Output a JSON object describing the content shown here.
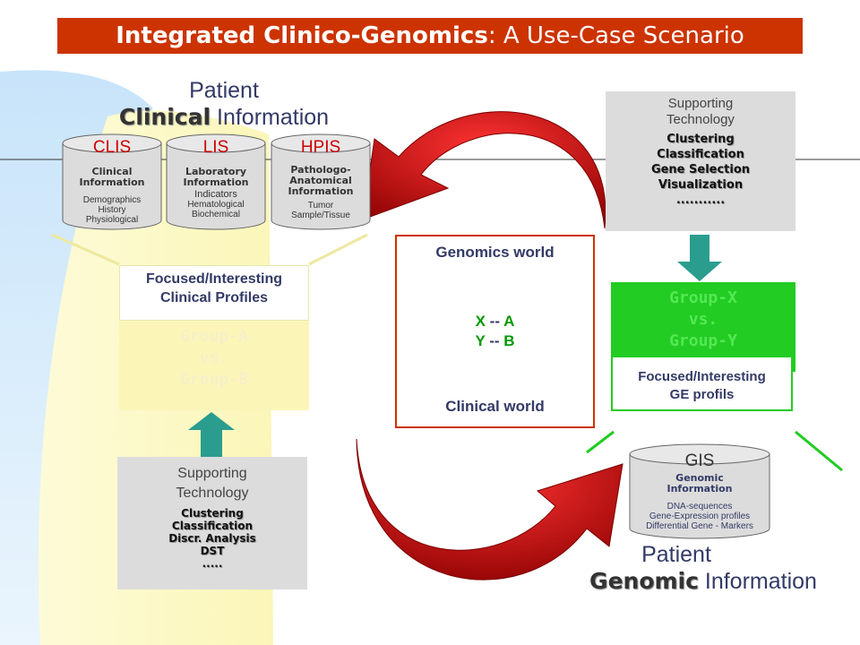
{
  "title": {
    "bold": "Integrated Clinico-Genomics",
    "rest": ": A Use-Case Scenario"
  },
  "clinical_section": {
    "line1": "Patient",
    "emphasis": "Clinical",
    "rest": " Information"
  },
  "genomic_section": {
    "line1": "Patient",
    "emphasis": "Genomic",
    "rest": " Information"
  },
  "databases": [
    {
      "name": "CLIS",
      "bold": [
        "Clinical",
        "Information"
      ],
      "items": [
        "Demographics",
        "History",
        "Physiological"
      ]
    },
    {
      "name": "LIS",
      "bold": [
        "Laboratory",
        "Information"
      ],
      "items": [
        "Indicators",
        "Hematological",
        "Biochemical"
      ]
    },
    {
      "name": "HPIS",
      "bold": [
        "Pathologo-",
        "Anatomical",
        "Information"
      ],
      "items": [
        "Tumor",
        "Sample/Tissue"
      ]
    }
  ],
  "gis": {
    "name": "GIS",
    "bold": [
      "Genomic",
      "Information"
    ],
    "items": [
      "DNA-sequences",
      "Gene-Expression profiles",
      "Differential Gene - Markers"
    ]
  },
  "support_top": {
    "head": [
      "Supporting",
      "Technology"
    ],
    "items": [
      "Clustering",
      "Classification",
      "Gene Selection",
      "Visualization",
      "..........."
    ]
  },
  "support_bottom": {
    "head": [
      "Supporting",
      "Technology"
    ],
    "items": [
      "Clustering",
      "Classification",
      "Discr. Analysis",
      "DST",
      "....."
    ]
  },
  "clinical_profiles": {
    "lines": [
      "Focused/Interesting",
      "Clinical Profiles"
    ]
  },
  "group_ab": [
    "Group-A",
    "vs.",
    "Group-B"
  ],
  "group_xy": [
    "Group-X",
    "vs.",
    "Group-Y"
  ],
  "ge_profiles": {
    "lines": [
      "Focused/Interesting",
      "GE profils"
    ]
  },
  "worlds": {
    "top": "Genomics world",
    "bottom": "Clinical world",
    "pairs": [
      {
        "left": "X",
        "sep": " -- ",
        "right": "A"
      },
      {
        "left": "Y",
        "sep": " -- ",
        "right": "B"
      }
    ]
  },
  "colors": {
    "title_bg": "#cc3300",
    "arrow": "#b30000",
    "green": "#22cc22",
    "teal": "#2a9d8f",
    "grey_box": "#dcdcdc"
  }
}
